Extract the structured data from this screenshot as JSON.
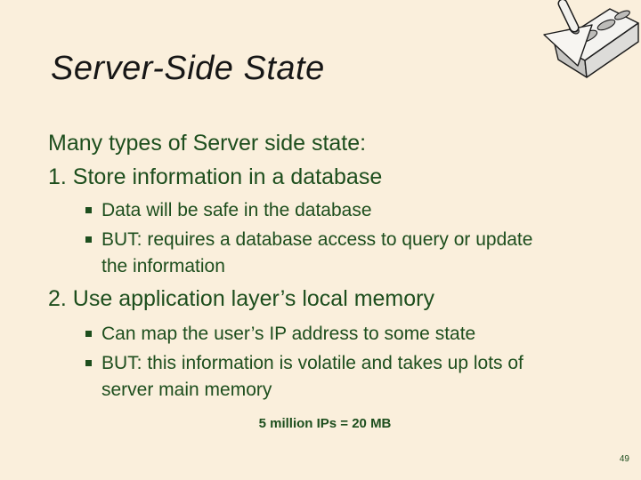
{
  "slide": {
    "title": "Server-Side State",
    "page_number": "49",
    "colors": {
      "background": "#FAEFDC",
      "body_text": "#1D4E1D",
      "title_text": "#161616"
    }
  },
  "content": {
    "intro": "Many types of Server side state:",
    "item1": {
      "heading": "1. Store information in a database",
      "bullets": [
        {
          "lines": [
            "Data will be safe in the database"
          ]
        },
        {
          "lines": [
            "BUT: requires a database access to query or update",
            "the information"
          ]
        }
      ]
    },
    "item2": {
      "heading": "2. Use application layer’s local memory",
      "bullets": [
        {
          "lines": [
            "Can map the user’s IP address to some state"
          ]
        },
        {
          "lines": [
            "BUT: this information is volatile and takes up lots of",
            "server main memory"
          ]
        }
      ]
    },
    "note": "5 million IPs = 20 MB"
  },
  "decorations": {
    "clipart": "brick-and-trowel"
  }
}
